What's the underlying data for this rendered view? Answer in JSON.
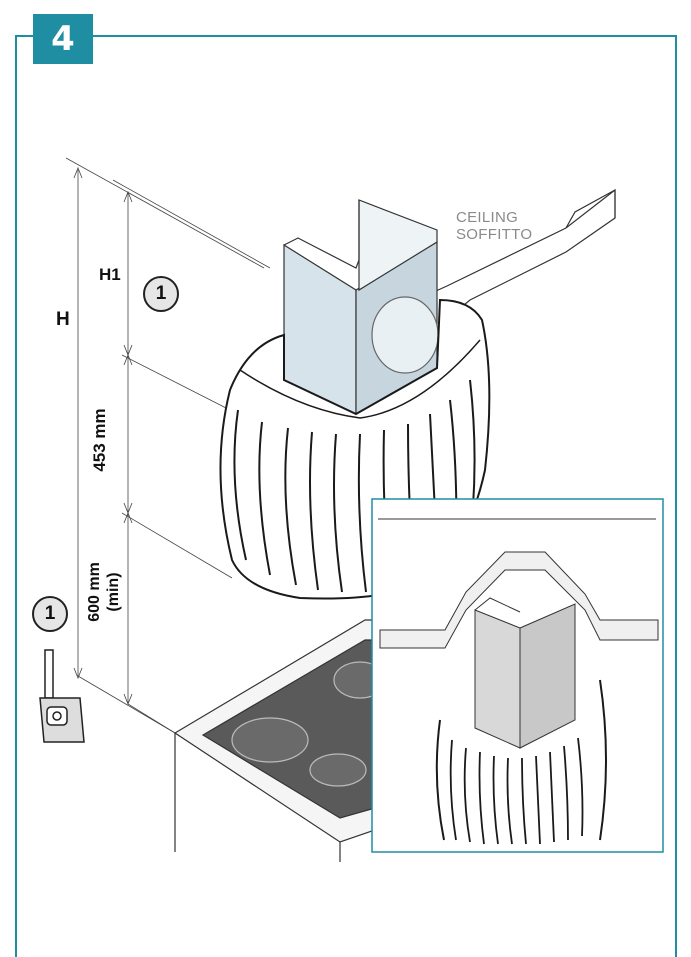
{
  "step": {
    "number": "4"
  },
  "labels": {
    "ceiling_en": "CEILING",
    "ceiling_it": "SOFFITTO",
    "height_total": "H",
    "height_chimney": "H1",
    "hood_height": "453 mm",
    "min_clearance": "600 mm",
    "min_clearance_note": "(min)",
    "part_callout": "1",
    "tool_callout": "1"
  },
  "colors": {
    "accent": "#1f8ea3",
    "line": "#222222",
    "chimney": "#d7e3ea",
    "callout_fill": "#e6e6e6",
    "hob": "#5a5a5a"
  },
  "icons": {
    "tool": "tape-measure-icon"
  }
}
